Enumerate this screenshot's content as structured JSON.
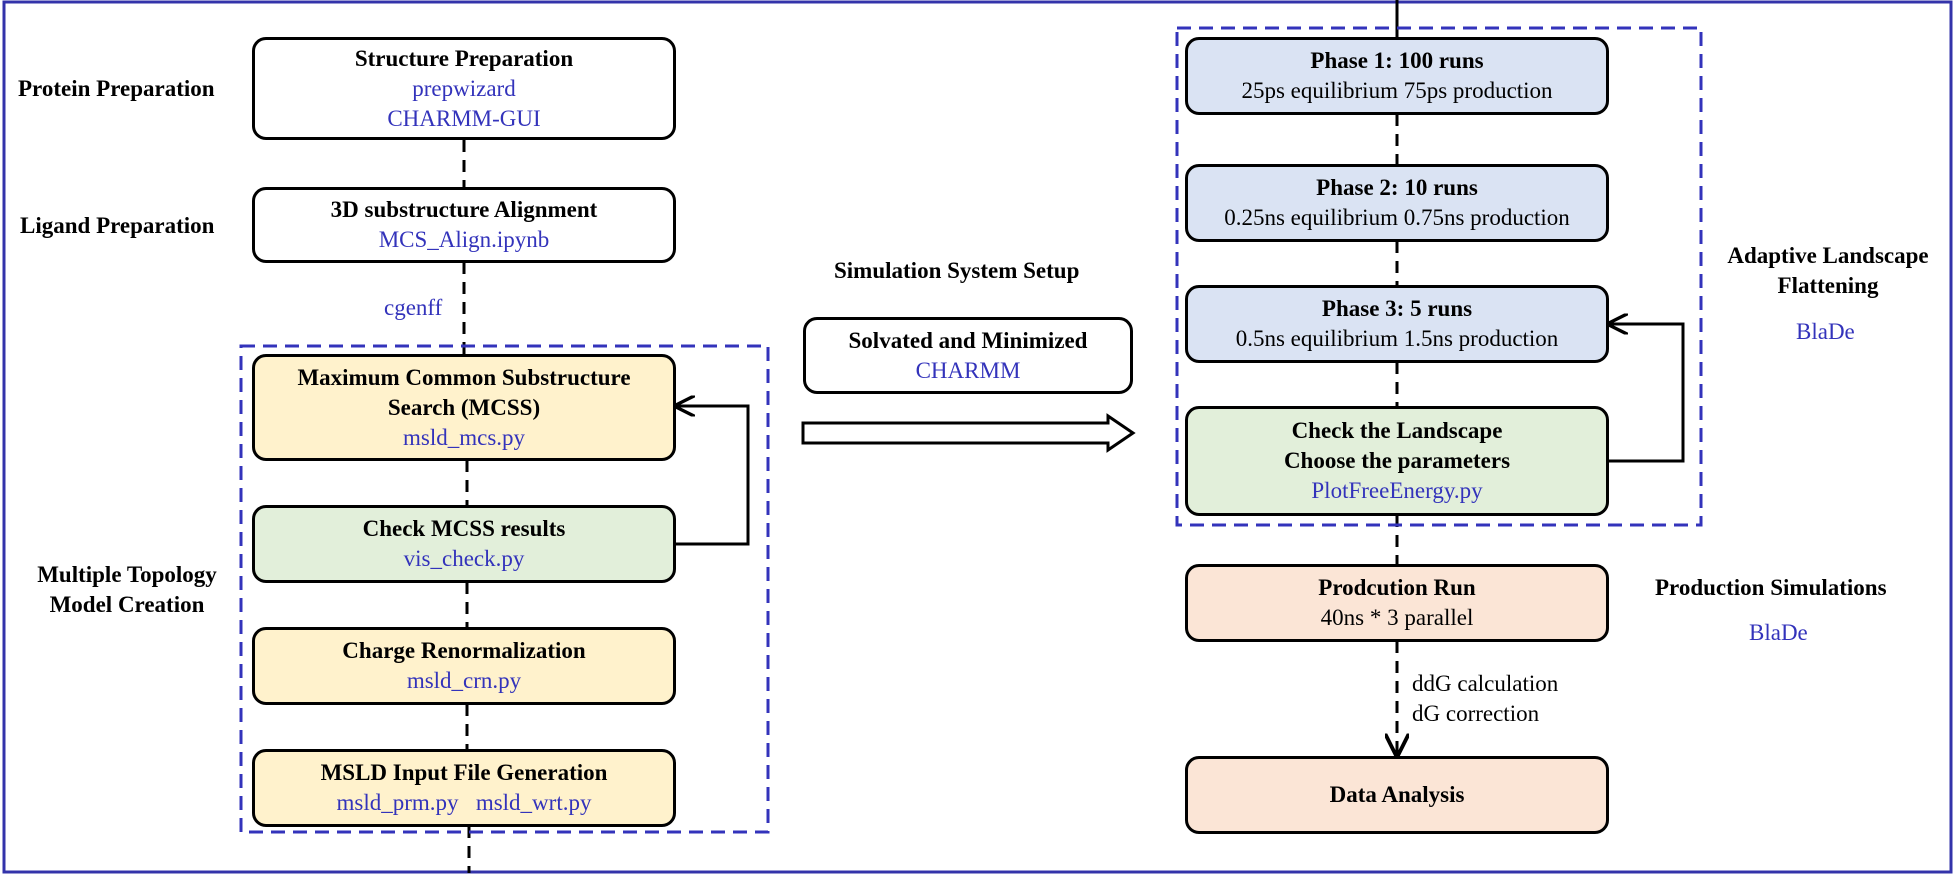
{
  "colors": {
    "frame": "#3333aa",
    "link_text": "#3333bb",
    "yellow_fill": "#fff2cc",
    "green_fill": "#e2efda",
    "blue_fill": "#dae3f3",
    "orange_fill": "#fbe5d6"
  },
  "left": {
    "protein_prep": {
      "section_label": "Protein Preparation",
      "title": "Structure Preparation",
      "tool1": "prepwizard",
      "tool2": "CHARMM-GUI"
    },
    "ligand_prep": {
      "section_label": "Ligand Preparation",
      "title": "3D substructure Alignment",
      "tool": "MCS_Align.ipynb",
      "connector_tool": "cgenff"
    },
    "topology": {
      "section_label_1": "Multiple Topology",
      "section_label_2": "Model Creation",
      "mcss": {
        "title_1": "Maximum Common Substructure",
        "title_2": "Search (MCSS)",
        "tool": "msld_mcs.py"
      },
      "check": {
        "title": "Check MCSS results",
        "tool": "vis_check.py"
      },
      "charge": {
        "title": "Charge Renormalization",
        "tool": "msld_crn.py"
      },
      "input": {
        "title": "MSLD Input File Generation",
        "tool1": "msld_prm.py",
        "tool2": "msld_wrt.py"
      }
    }
  },
  "middle": {
    "section_label": "Simulation System Setup",
    "title": "Solvated and Minimized",
    "tool": "CHARMM"
  },
  "right": {
    "alf": {
      "section_label_1": "Adaptive Landscape",
      "section_label_2": "Flattening",
      "tool": "BlaDe",
      "phase1": {
        "title": "Phase 1: 100 runs",
        "detail": "25ps equilibrium 75ps production"
      },
      "phase2": {
        "title": "Phase 2: 10 runs",
        "detail": "0.25ns equilibrium 0.75ns production"
      },
      "phase3": {
        "title": "Phase 3: 5 runs",
        "detail": "0.5ns equilibrium 1.5ns production"
      },
      "check": {
        "title_1": "Check the Landscape",
        "title_2": "Choose the parameters",
        "tool": "PlotFreeEnergy.py"
      }
    },
    "production": {
      "section_label": "Production Simulations",
      "tool": "BlaDe",
      "title": "Prodcution Run",
      "detail": "40ns * 3 parallel"
    },
    "arrow_notes": {
      "line1": "ddG calculation",
      "line2": "dG correction"
    },
    "analysis": {
      "title": "Data Analysis"
    }
  }
}
